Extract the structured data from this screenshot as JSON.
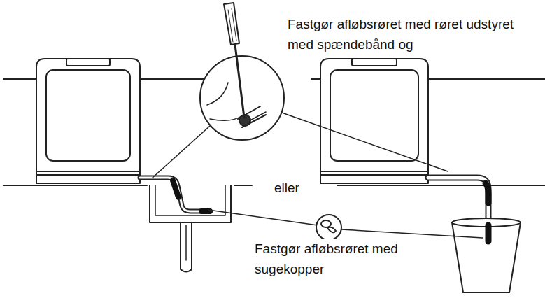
{
  "diagram": {
    "labels": [
      "Fastgør afløbsrøret med røret udstyret med spændebånd og",
      "eller",
      "Fastgør afløbsrøret med sugekopper"
    ]
  }
}
